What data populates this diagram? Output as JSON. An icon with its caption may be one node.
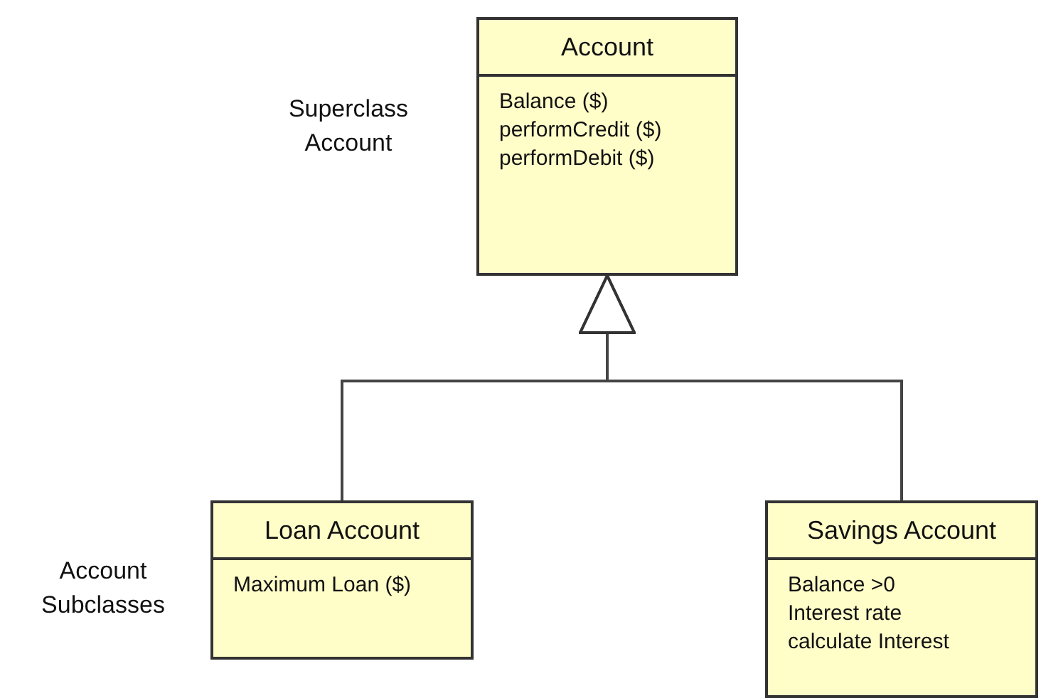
{
  "diagram": {
    "nodes": [
      {
        "text": [
          "Account",
          "Balance ($)",
          "performCredit ($)",
          "performDebit ($)"
        ]
      },
      {
        "text": [
          "Loan Account",
          "Maximum Loan ($)"
        ]
      },
      {
        "text": [
          "Savings Account",
          "Balance >0",
          "Interest rate",
          "calculate Interest"
        ]
      }
    ],
    "edges": [
      {
        "from": 1,
        "to": 0,
        "arrow": "to"
      },
      {
        "from": 2,
        "to": 0,
        "arrow": "to"
      }
    ],
    "labels": [
      "Superclass Account",
      "Account Subclasses"
    ]
  }
}
